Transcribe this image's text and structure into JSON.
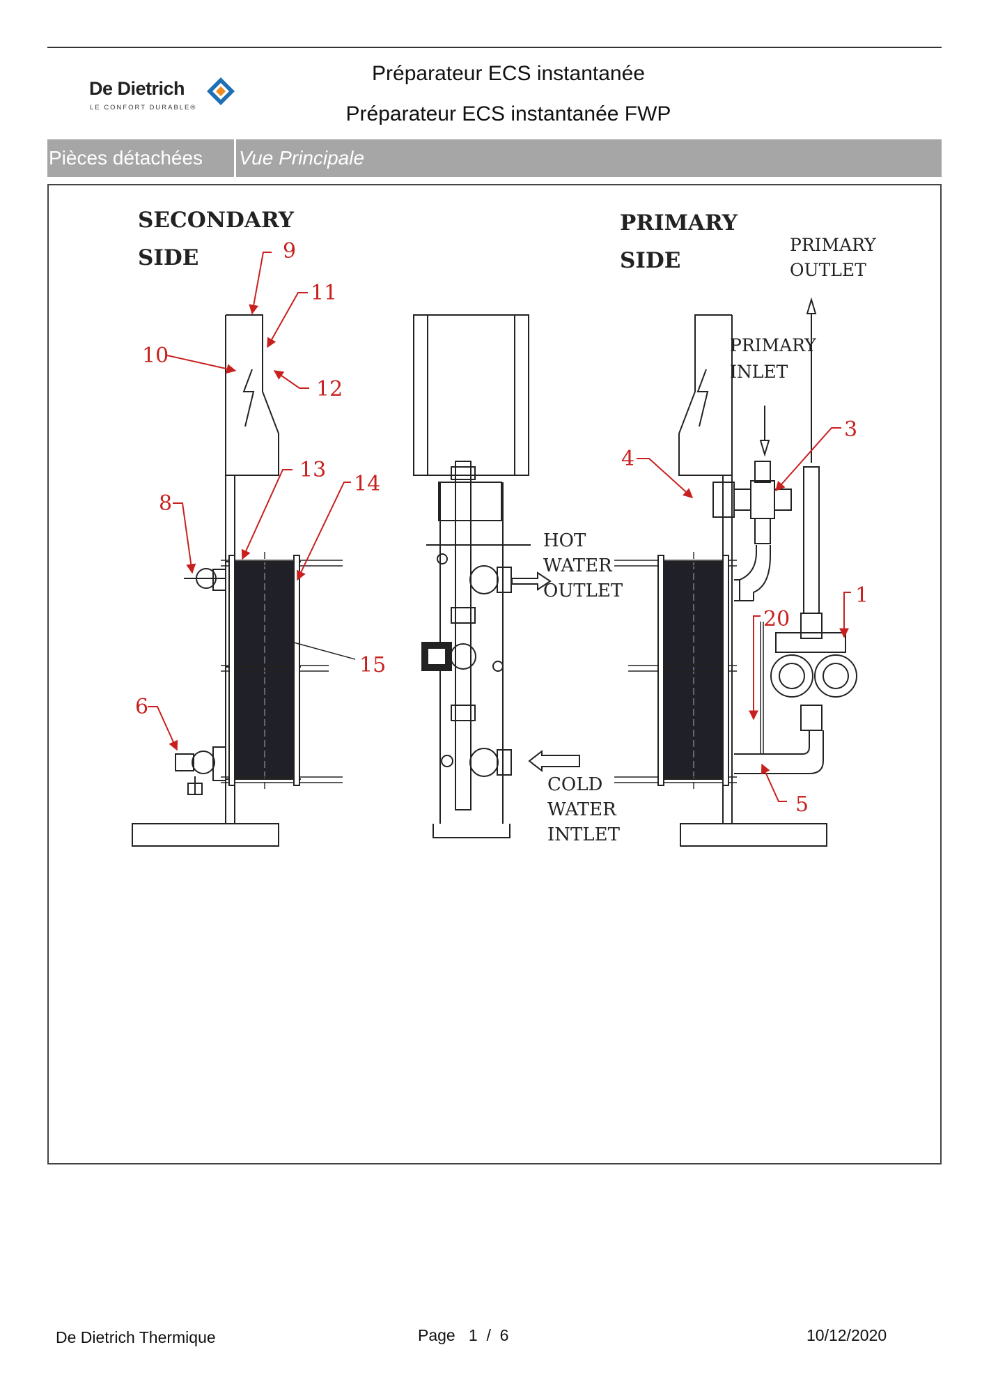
{
  "brand": {
    "name": "De Dietrich",
    "tagline": "LE CONFORT DURABLE®"
  },
  "header": {
    "title": "Préparateur ECS instantanée",
    "subtitle": "Préparateur ECS instantanée FWP"
  },
  "section_bar": {
    "left": "Pièces détachées",
    "right": "Vue Principale"
  },
  "diagram": {
    "secondary_side": [
      "SECONDARY",
      "SIDE"
    ],
    "primary_side": [
      "PRIMARY",
      "SIDE"
    ],
    "primary_outlet": [
      "PRIMARY",
      "OUTLET"
    ],
    "primary_inlet": [
      "PRIMARY",
      "INLET"
    ],
    "hot_water_outlet": [
      "HOT",
      "WATER",
      "OUTLET"
    ],
    "cold_water_inlet": [
      "COLD",
      "WATER",
      "INTLET"
    ],
    "part_numbers": [
      "9",
      "11",
      "10",
      "12",
      "13",
      "14",
      "8",
      "15",
      "6",
      "4",
      "3",
      "1",
      "20",
      "5"
    ]
  },
  "footer": {
    "company": "De Dietrich Thermique",
    "page": "Page   1  /  6",
    "date": "10/12/2020"
  },
  "colors": {
    "bar_gray": "#a6a6a6",
    "arrow_red": "#c8201e",
    "logo_blue": "#1f6fb5",
    "logo_orange": "#f08a1c"
  }
}
